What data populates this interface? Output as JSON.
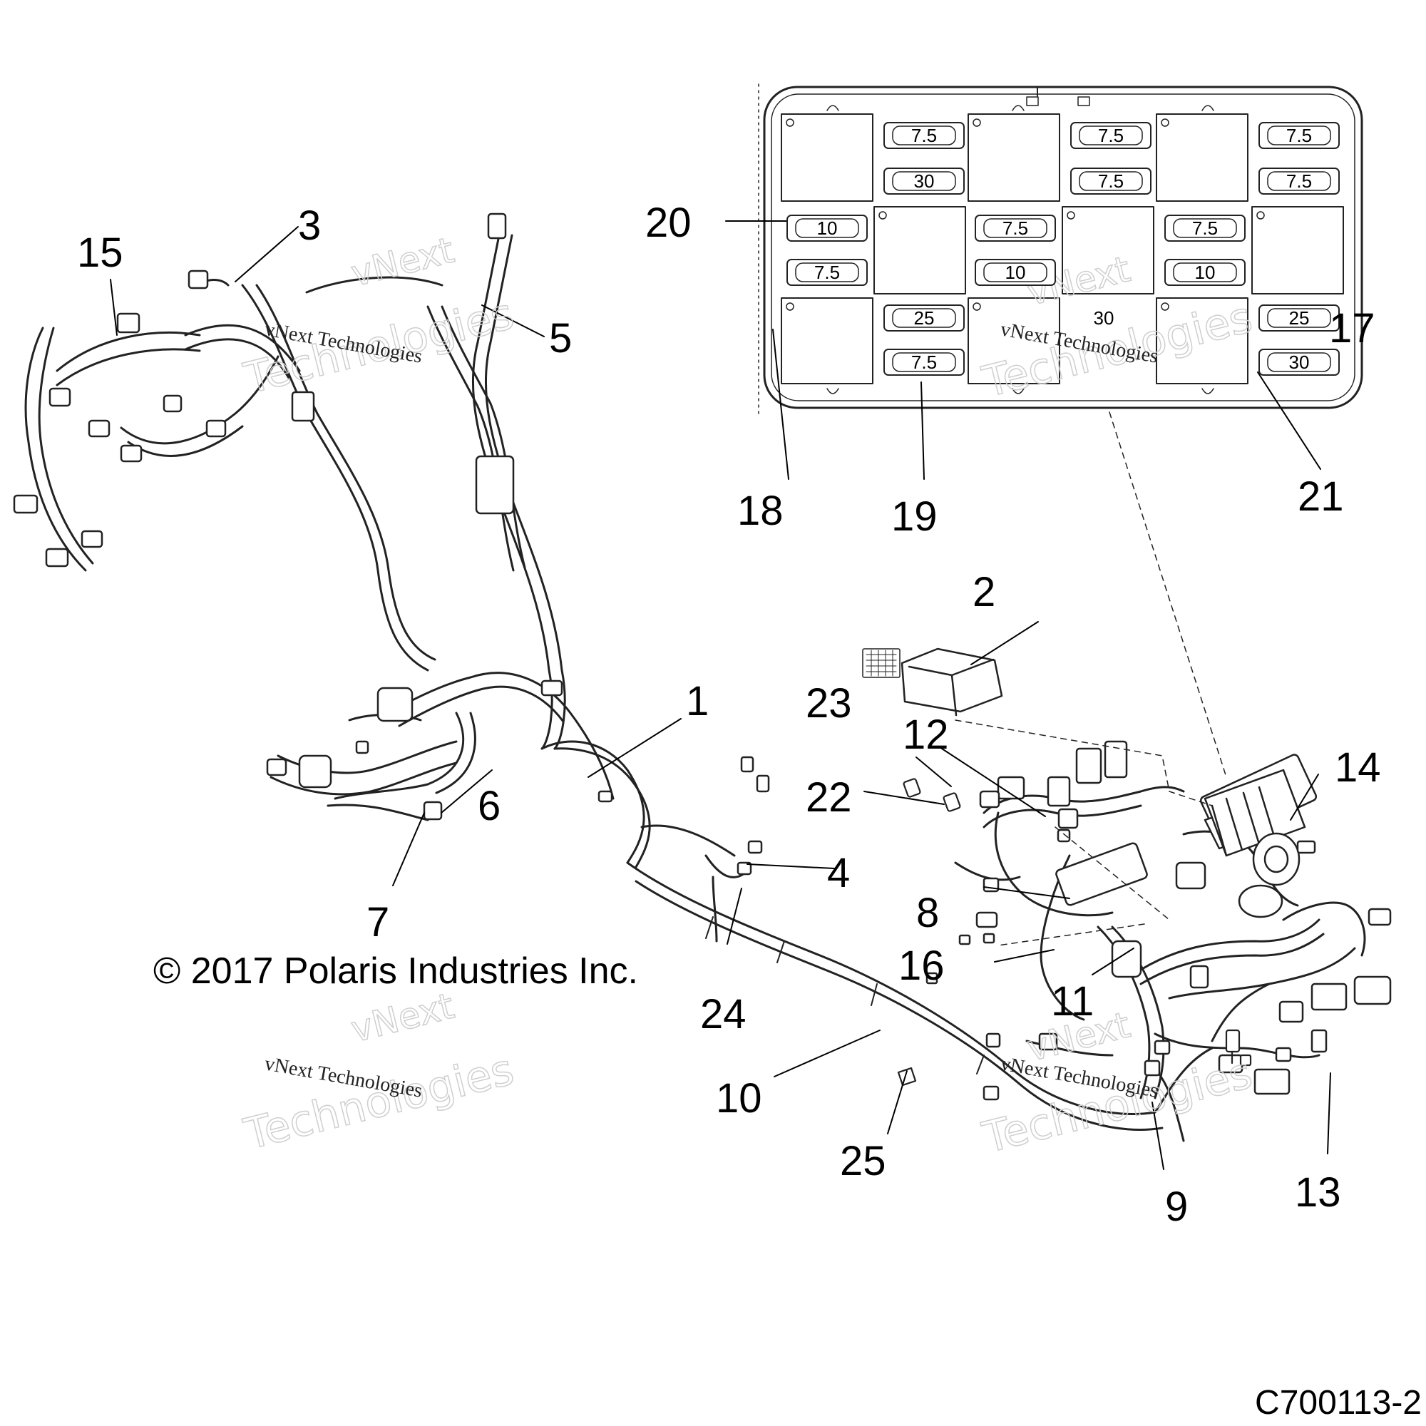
{
  "copyright": "© 2017 Polaris Industries Inc.",
  "figure_id": "C700113-2",
  "watermark": {
    "line1": "vNext",
    "line2": "vNext Technologies",
    "line3": "Technologies"
  },
  "callouts": [
    "1",
    "2",
    "3",
    "4",
    "5",
    "6",
    "7",
    "8",
    "9",
    "10",
    "11",
    "12",
    "13",
    "14",
    "15",
    "16",
    "17",
    "18",
    "19",
    "20",
    "21",
    "22",
    "23",
    "24",
    "25"
  ],
  "fuse_box": {
    "fuses": [
      "7.5",
      "30",
      "7.5",
      "7.5",
      "7.5",
      "7.5",
      "10",
      "7.5",
      "7.5",
      "10",
      "7.5",
      "10",
      "25",
      "7.5",
      "30",
      "25",
      "30"
    ]
  }
}
